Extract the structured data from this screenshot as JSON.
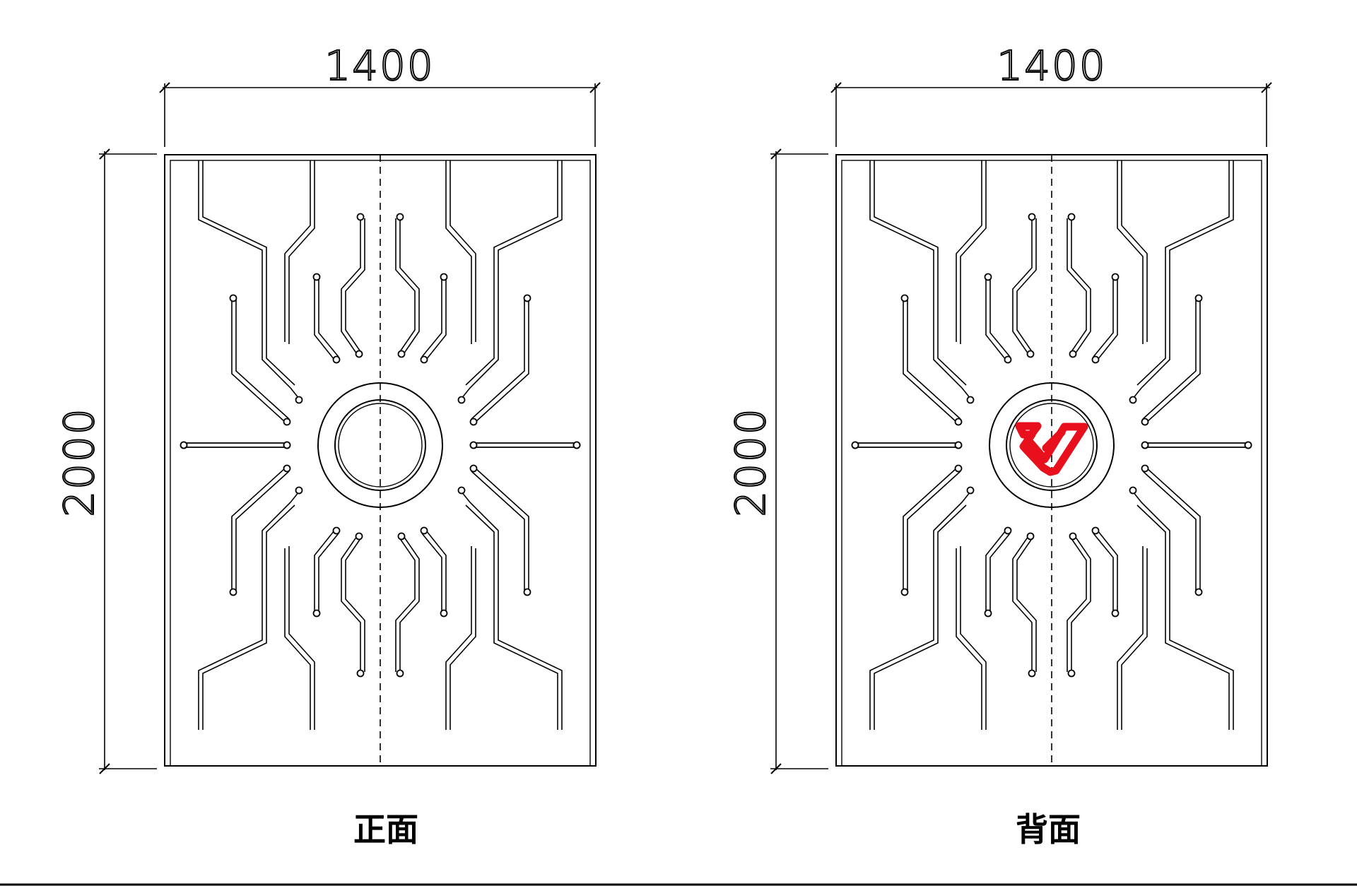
{
  "panels": [
    {
      "width_dim": "1400",
      "height_dim": "2000",
      "caption": "正面"
    },
    {
      "width_dim": "1400",
      "height_dim": "2000",
      "caption": "背面",
      "logo_color": "#e8101c"
    }
  ],
  "colors": {
    "line": "#000000",
    "background": "#ffffff",
    "logo": "#e8101c"
  }
}
